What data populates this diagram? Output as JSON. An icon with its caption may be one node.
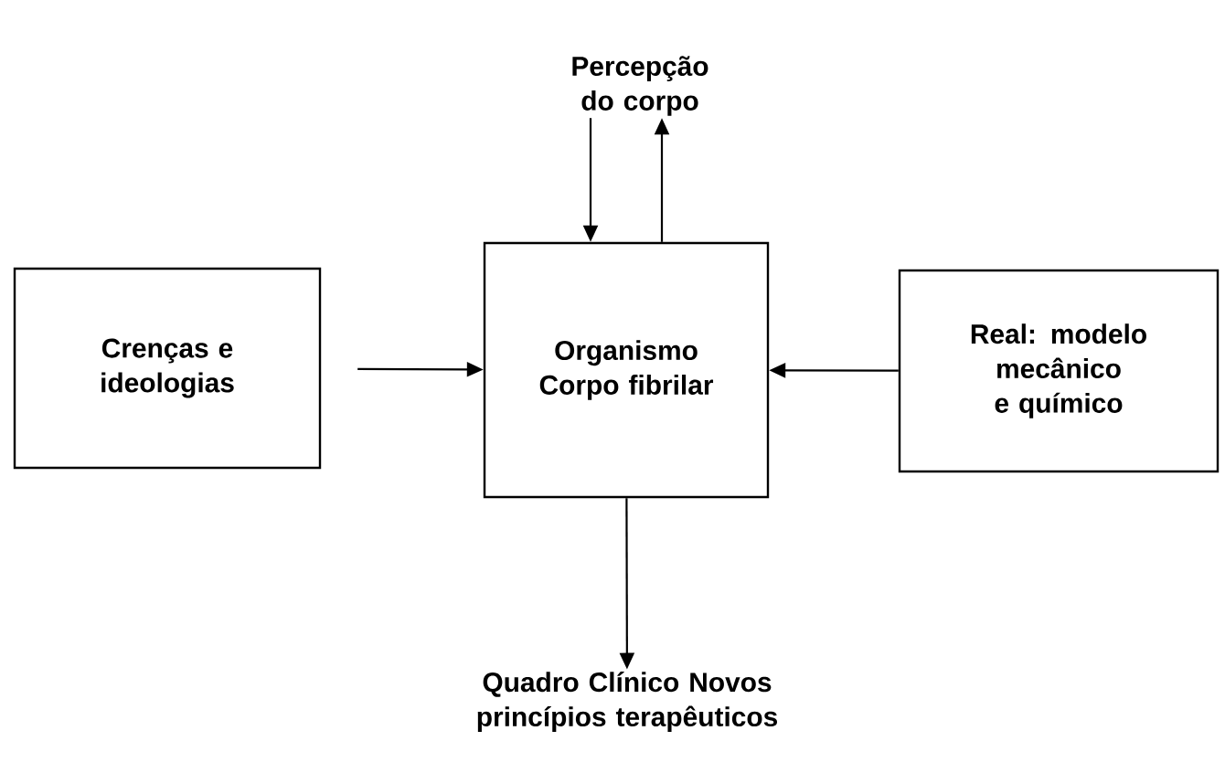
{
  "diagram": {
    "nodes": [
      {
        "text": [
          "Crenças e ideologias"
        ]
      },
      {
        "text": [
          "Organismo Corpo fibrilar"
        ]
      },
      {
        "text": [
          "Real: modelo mecânico e químico"
        ]
      },
      {
        "text": [
          "Percepção do corpo"
        ]
      },
      {
        "text": [
          "Quadro Clínico Novos princípios terapêuticos"
        ]
      }
    ],
    "edges": [
      {
        "from": 0,
        "to": 1,
        "arrow": "to"
      },
      {
        "from": 2,
        "to": 1,
        "arrow": "to"
      },
      {
        "from": 3,
        "to": 1,
        "arrow": "to"
      },
      {
        "from": 1,
        "to": 3,
        "arrow": "to"
      },
      {
        "from": 1,
        "to": 4,
        "arrow": "to"
      }
    ]
  }
}
